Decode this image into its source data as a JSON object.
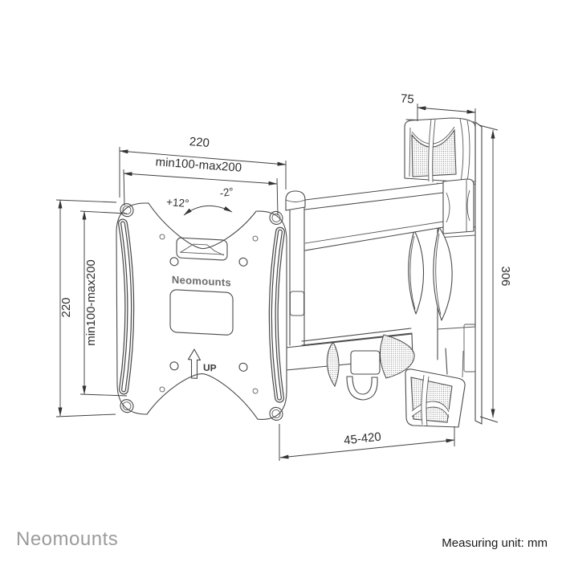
{
  "drawing": {
    "product_label": "Neomounts",
    "up_label": "UP",
    "dimensions": {
      "top_width": "220",
      "top_vesa": "min100-max200",
      "tilt_up": "+12°",
      "tilt_down": "-2°",
      "left_height": "220",
      "left_vesa": "min100-max200",
      "wall_plate_depth": "75",
      "wall_plate_height": "306",
      "extension_range": "45-420"
    }
  },
  "footer": {
    "brand": "Neomounts",
    "measuring_unit": "Measuring unit: mm"
  },
  "colors": {
    "line": "#4a4a4a",
    "dim_text": "#2e2e2e",
    "brand_gray": "#9b9b9b"
  }
}
